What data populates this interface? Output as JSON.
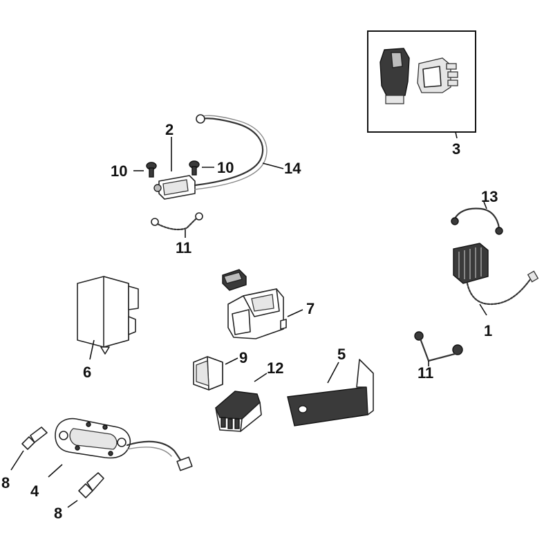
{
  "callouts": {
    "c1": "1",
    "c2": "2",
    "c3": "3",
    "c4": "4",
    "c5": "5",
    "c6": "6",
    "c7": "7",
    "c8a": "8",
    "c8b": "8",
    "c9": "9",
    "c10a": "10",
    "c10b": "10",
    "c11a": "11",
    "c11b": "11",
    "c12": "12",
    "c13": "13",
    "c14": "14"
  },
  "colors": {
    "ink": "#111111",
    "background": "#ffffff"
  }
}
